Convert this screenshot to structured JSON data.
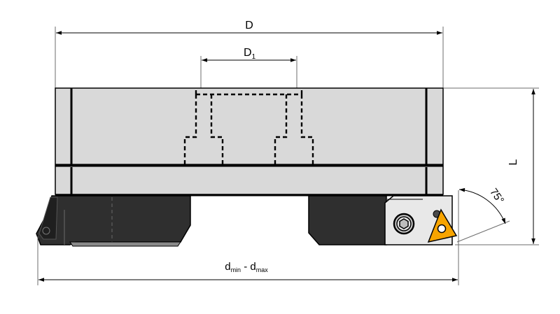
{
  "labels": {
    "D": "D",
    "D1_main": "D",
    "D1_sub": "1",
    "L": "L",
    "angle": "75°",
    "dmin_main": "d",
    "dmin_sub": "min",
    "separator": " - ",
    "dmax_main": "d",
    "dmax_sub": "max"
  },
  "colors": {
    "body": "#d9d9d9",
    "holder": "#2f2f2f",
    "insert": "#f7a400",
    "clamp": "#e8e8e8"
  }
}
